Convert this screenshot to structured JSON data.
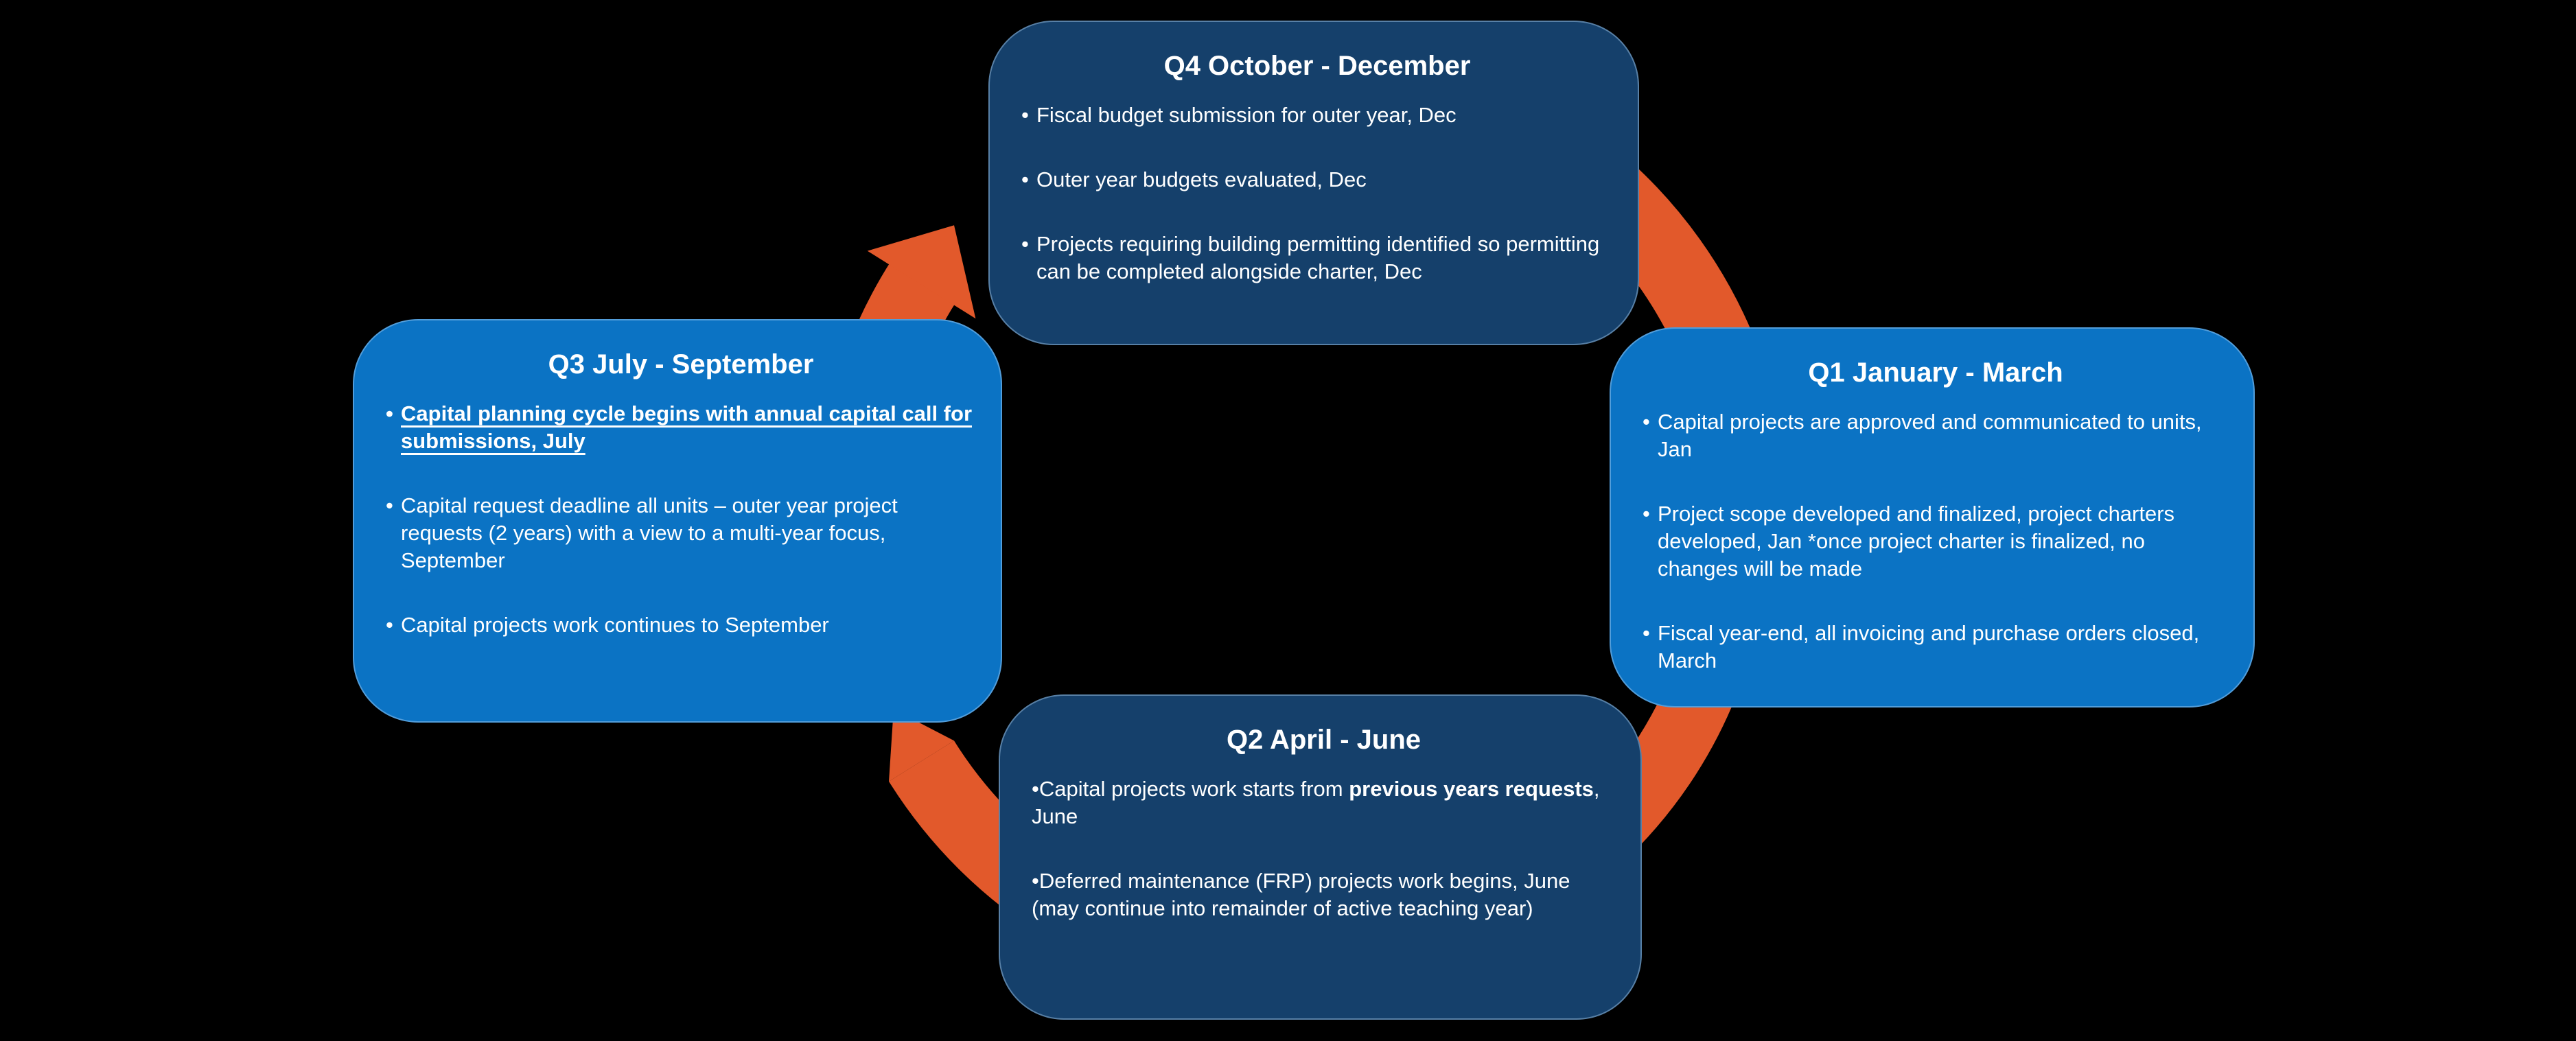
{
  "colors": {
    "background": "#000000",
    "navy_box": "#15406B",
    "blue_box": "#0B73C4",
    "arrow_orange": "#E2592B",
    "text": "#FFFFFF"
  },
  "diagram": {
    "type": "cycle",
    "direction": "clockwise",
    "arrows": [
      {
        "name": "arrow-q3-to-q4"
      },
      {
        "name": "arrow-q4-to-q1"
      },
      {
        "name": "arrow-q1-to-q2"
      },
      {
        "name": "arrow-q2-to-q3"
      }
    ]
  },
  "boxes": [
    {
      "id": "q4-october-december",
      "title": "Q4 October - December",
      "style": "navy",
      "bullets": [
        {
          "segments": [
            {
              "text": "Fiscal budget submission for outer year, Dec"
            }
          ]
        },
        {
          "segments": [
            {
              "text": "Outer year budgets evaluated, Dec"
            }
          ]
        },
        {
          "segments": [
            {
              "text": "Projects requiring building permitting identified so permitting can be completed alongside charter, Dec"
            }
          ]
        }
      ]
    },
    {
      "id": "q1-january-march",
      "title": "Q1 January - March",
      "style": "blue",
      "bullets": [
        {
          "segments": [
            {
              "text": "Capital projects are approved and communicated to units, Jan"
            }
          ]
        },
        {
          "segments": [
            {
              "text": "Project scope developed and finalized, project charters developed, Jan *once project charter is finalized, no changes will be made"
            }
          ]
        },
        {
          "segments": [
            {
              "text": "Fiscal year-end, all invoicing and purchase orders closed, March"
            }
          ]
        }
      ]
    },
    {
      "id": "q2-april-june",
      "title": "Q2 April - June",
      "style": "navy",
      "bullets": [
        {
          "segments": [
            {
              "text": "Capital projects work starts from "
            },
            {
              "text": "previous years requests",
              "bold": true
            },
            {
              "text": ", June"
            }
          ]
        },
        {
          "segments": [
            {
              "text": "Deferred maintenance (FRP) projects work begins, June (may continue into  remainder of active teaching year)"
            }
          ]
        }
      ]
    },
    {
      "id": "q3-july-september",
      "title": "Q3 July - September",
      "style": "blue",
      "bullets": [
        {
          "segments": [
            {
              "text": "Capital planning cycle begins with annual capital call for submissions, July",
              "bold": true,
              "underline": true
            }
          ]
        },
        {
          "segments": [
            {
              "text": "Capital request deadline all units – outer year project requests (2 years) with a view to a multi-year focus, September"
            }
          ]
        },
        {
          "segments": [
            {
              "text": "Capital projects work continues to September"
            }
          ]
        }
      ]
    }
  ]
}
